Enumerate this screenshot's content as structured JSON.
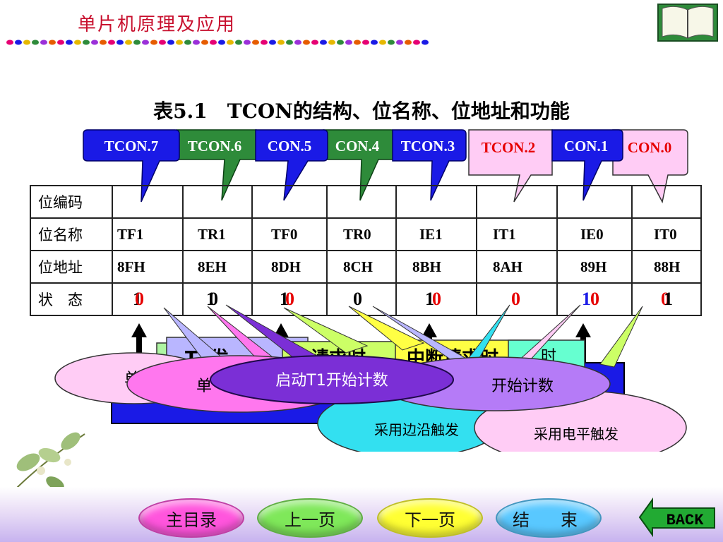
{
  "header": {
    "title": "单片机原理及应用"
  },
  "table_title": "表5.1　TCON的结构、位名称、位地址和功能",
  "callouts": [
    {
      "label": "TCON.7",
      "color": "#1a1ae6",
      "text_color": "#ffffff"
    },
    {
      "label": "TCON.6",
      "color": "#2e8b3a",
      "text_color": "#ffffff"
    },
    {
      "label": "CON.5",
      "color": "#1a1ae6",
      "text_color": "#ffffff"
    },
    {
      "label": "CON.4",
      "color": "#2e8b3a",
      "text_color": "#ffffff"
    },
    {
      "label": "TCON.3",
      "color": "#1a1ae6",
      "text_color": "#ffffff"
    },
    {
      "label": "TCON.2",
      "color": "#ffccf5",
      "text_color": "#e60000"
    },
    {
      "label": "CON.1",
      "color": "#1a1ae6",
      "text_color": "#ffffff"
    },
    {
      "label": "CON.0",
      "color": "#ffccf5",
      "text_color": "#e60000"
    }
  ],
  "table": {
    "row_labels": {
      "bit_code": "位编码",
      "bit_name": "位名称",
      "bit_addr": "位地址",
      "state": "状　态"
    },
    "bit_names": [
      "TF1",
      "TR1",
      "TF0",
      "TR0",
      "IE1",
      "IT1",
      "IE0",
      "IT0"
    ],
    "bit_addrs": [
      "8FH",
      "8EH",
      "8DH",
      "8CH",
      "8BH",
      "8AH",
      "89H",
      "88H"
    ],
    "states": [
      [
        {
          "text": "1",
          "color": "#000000"
        },
        {
          "text": "0",
          "color": "#e60000"
        }
      ],
      [
        {
          "text": "1",
          "color": "#000000"
        },
        {
          "text": "0",
          "color": "#000000"
        }
      ],
      [
        {
          "text": "1",
          "color": "#000000"
        },
        {
          "text": "0",
          "color": "#e60000"
        }
      ],
      [
        {
          "text": "0",
          "color": "#000000"
        }
      ],
      [
        {
          "text": "1",
          "color": "#000000"
        },
        {
          "text": "0",
          "color": "#e60000"
        }
      ],
      [
        {
          "text": "0",
          "color": "#e60000"
        }
      ],
      [
        {
          "text": "1",
          "color": "#1a1ae6"
        },
        {
          "text": "0",
          "color": "#e60000"
        }
      ],
      [
        {
          "text": "0",
          "color": "#e60000"
        },
        {
          "text": "1",
          "color": "#000000"
        }
      ]
    ]
  },
  "overlay": {
    "t1_overflow": "T1发",
    "int_request_1": "请求时",
    "int_request_2": "中断请求时",
    "time_fragment": "时",
    "start_t1": "启动T1开始计数",
    "start_count": "开始计数",
    "single_1": "单",
    "single_2": "单",
    "edge_trigger": "采用边沿触发",
    "level_trigger": "采用电平触发"
  },
  "nav": {
    "main_menu": "主目录",
    "prev_page": "上一页",
    "next_page": "下一页",
    "end": "结　束",
    "back": "BACK"
  },
  "colors": {
    "title_red": "#c8102e",
    "blue_callout": "#1a1ae6",
    "green_callout": "#2e8b3a",
    "pink_callout": "#ffccf5",
    "purple_ellipse": "#7b2fd6"
  }
}
